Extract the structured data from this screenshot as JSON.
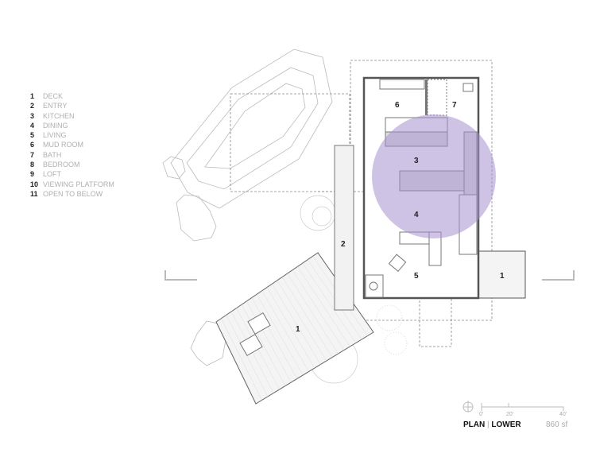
{
  "legend": [
    {
      "num": "1",
      "label": "DECK"
    },
    {
      "num": "2",
      "label": "ENTRY"
    },
    {
      "num": "3",
      "label": "KITCHEN"
    },
    {
      "num": "4",
      "label": "DINING"
    },
    {
      "num": "5",
      "label": "LIVING"
    },
    {
      "num": "6",
      "label": "MUD ROOM"
    },
    {
      "num": "7",
      "label": "BATH"
    },
    {
      "num": "8",
      "label": "BEDROOM"
    },
    {
      "num": "9",
      "label": "LOFT"
    },
    {
      "num": "10",
      "label": "VIEWING PLATFORM"
    },
    {
      "num": "11",
      "label": "OPEN TO BELOW"
    }
  ],
  "room_labels": {
    "deck_main": "1",
    "deck_side": "1",
    "entry": "2",
    "kitchen": "3",
    "dining": "4",
    "living": "5",
    "mud_room": "6",
    "bath": "7"
  },
  "scale": {
    "t0": "0'",
    "t1": "20'",
    "t2": "40'"
  },
  "title": {
    "plan": "PLAN",
    "sep": "|",
    "level": "LOWER",
    "area": "860 sf"
  },
  "colors": {
    "highlight": "#a58fd0",
    "wall": "#666666"
  }
}
